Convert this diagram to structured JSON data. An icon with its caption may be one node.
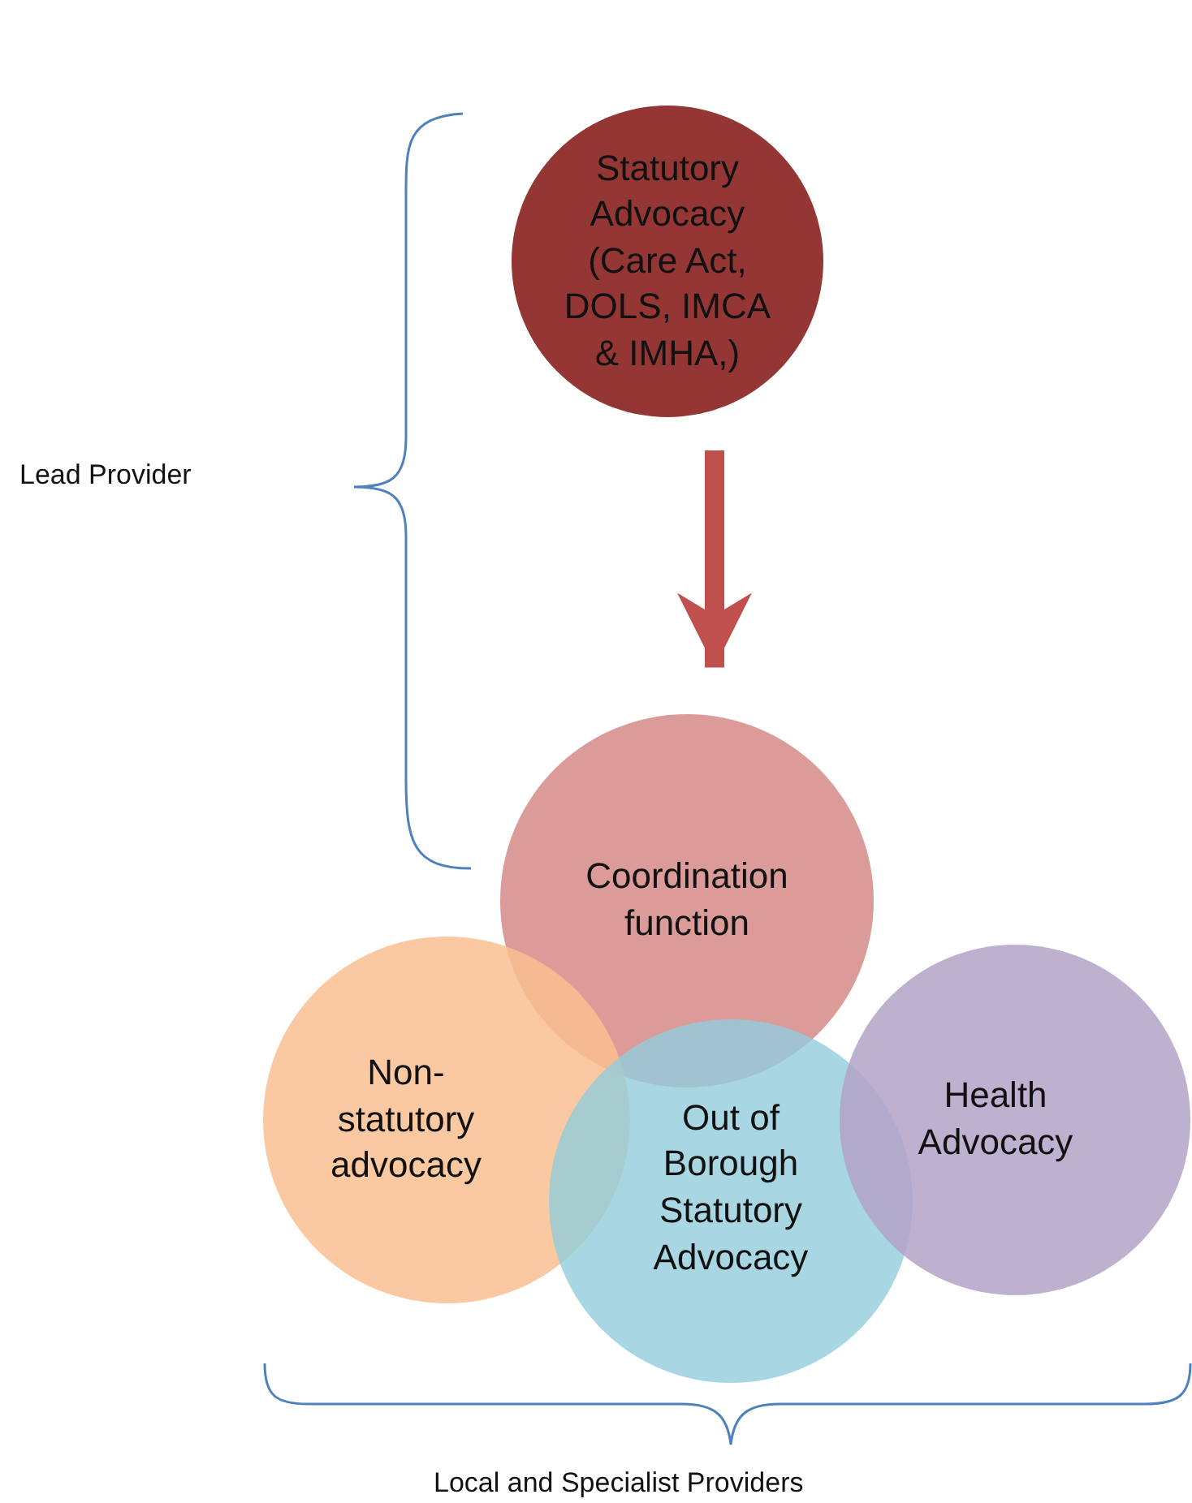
{
  "diagram": {
    "nodes": [
      {
        "text": [
          "Statutory Advocacy (Care Act, DOLS, IMCA & IMHA,)"
        ]
      },
      {
        "text": [
          "Coordination function"
        ]
      },
      {
        "text": [
          "Non-statutory advocacy"
        ]
      },
      {
        "text": [
          "Out of Borough Statutory Advocacy"
        ]
      },
      {
        "text": [
          "Health Advocacy"
        ]
      }
    ],
    "edges": [
      {
        "from": 0,
        "to": 1,
        "arrow": "to",
        "color": "#c0504d"
      }
    ],
    "labels": [
      "Lead Provider",
      "Local and Specialist Providers"
    ]
  }
}
